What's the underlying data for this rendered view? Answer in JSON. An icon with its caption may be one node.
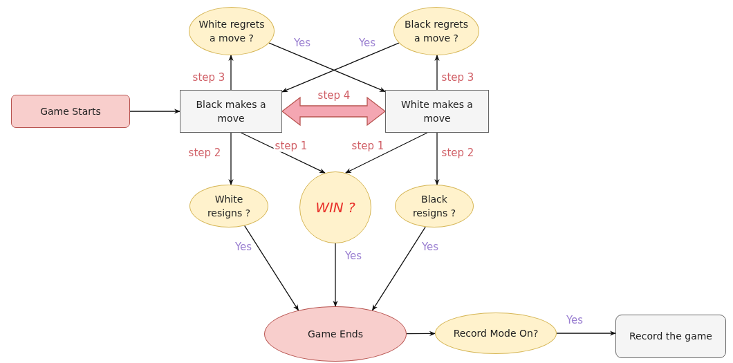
{
  "diagram": {
    "nodes": [
      {
        "text": [
          "Game Starts"
        ]
      },
      {
        "text": [
          "White regrets a move ?"
        ]
      },
      {
        "text": [
          "Black regrets a move ?"
        ]
      },
      {
        "text": [
          "Black makes a move"
        ]
      },
      {
        "text": [
          "White makes a move"
        ]
      },
      {
        "text": [
          "White resigns ?"
        ]
      },
      {
        "text": [
          "WIN ?"
        ]
      },
      {
        "text": [
          "Black resigns ?"
        ]
      },
      {
        "text": [
          "Game Ends"
        ]
      },
      {
        "text": [
          "Record Mode On?"
        ]
      },
      {
        "text": [
          "Record the game"
        ]
      }
    ],
    "edges": [
      {
        "from": 0,
        "to": 3,
        "arrow": "to"
      },
      {
        "from": 3,
        "to": 1,
        "arrow": "to",
        "label": "step 3"
      },
      {
        "from": 4,
        "to": 2,
        "arrow": "to",
        "label": "step 3"
      },
      {
        "from": 1,
        "to": 4,
        "arrow": "to",
        "label": "Yes"
      },
      {
        "from": 2,
        "to": 3,
        "arrow": "to",
        "label": "Yes"
      },
      {
        "from": 3,
        "to": 4,
        "arrow": "both",
        "label": "step 4",
        "style": "thick",
        "color": "#f4a6b2"
      },
      {
        "from": 3,
        "to": 5,
        "arrow": "to",
        "label": "step 2"
      },
      {
        "from": 4,
        "to": 7,
        "arrow": "to",
        "label": "step 2"
      },
      {
        "from": 3,
        "to": 6,
        "arrow": "to",
        "label": "step 1"
      },
      {
        "from": 4,
        "to": 6,
        "arrow": "to",
        "label": "step 1"
      },
      {
        "from": 5,
        "to": 8,
        "arrow": "to",
        "label": "Yes"
      },
      {
        "from": 6,
        "to": 8,
        "arrow": "to",
        "label": "Yes"
      },
      {
        "from": 7,
        "to": 8,
        "arrow": "to",
        "label": "Yes"
      },
      {
        "from": 8,
        "to": 9,
        "arrow": "to"
      },
      {
        "from": 9,
        "to": 10,
        "arrow": "to",
        "label": "Yes"
      }
    ]
  }
}
